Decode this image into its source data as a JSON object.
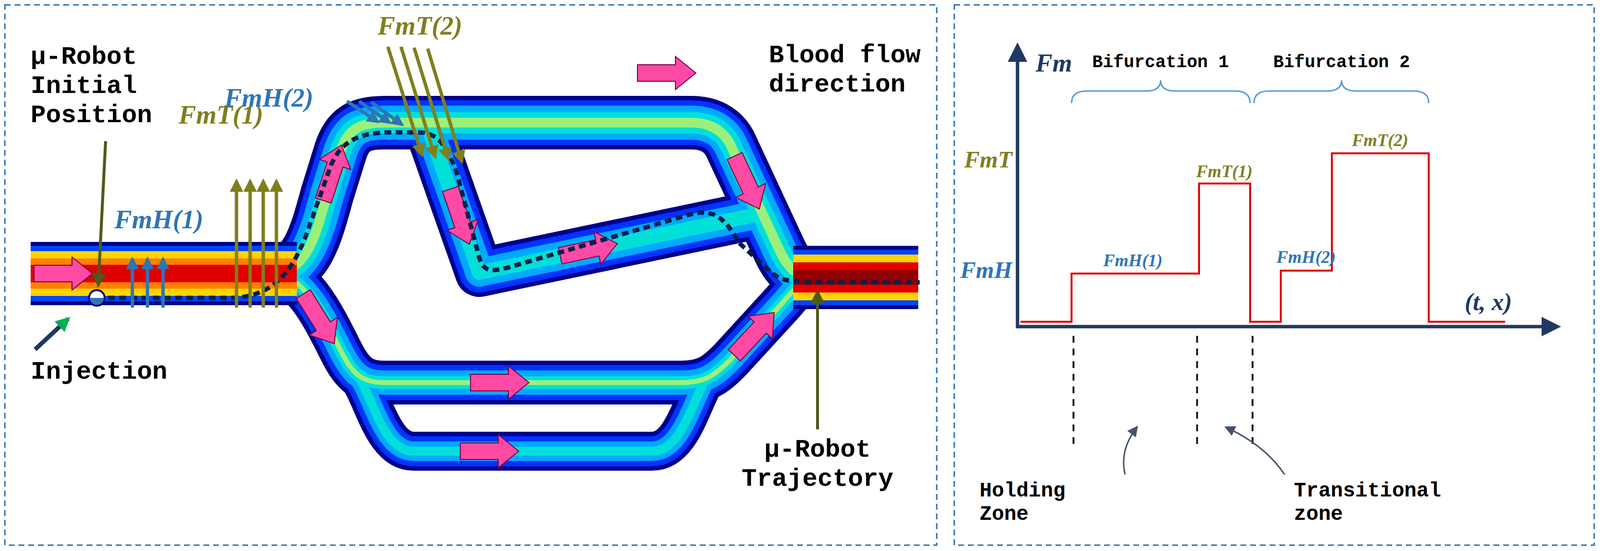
{
  "diagram": {
    "labels": [
      "μ-Robot Initial Position",
      "Injection",
      "FmH(1)",
      "FmT(1)",
      "FmH(2)",
      "FmT(2)",
      "μ-Robot Trajectory",
      "Fm",
      "FmT",
      "FmH",
      "(t, x)",
      "Bifurcation 1",
      "Bifurcation 2",
      "FmT(1)",
      "FmH(1)",
      "FmH(2)",
      "FmT(2)",
      "Holding Zone",
      "Transitional zone"
    ],
    "legend": [
      {
        "text": "Blood flow direction"
      }
    ]
  }
}
